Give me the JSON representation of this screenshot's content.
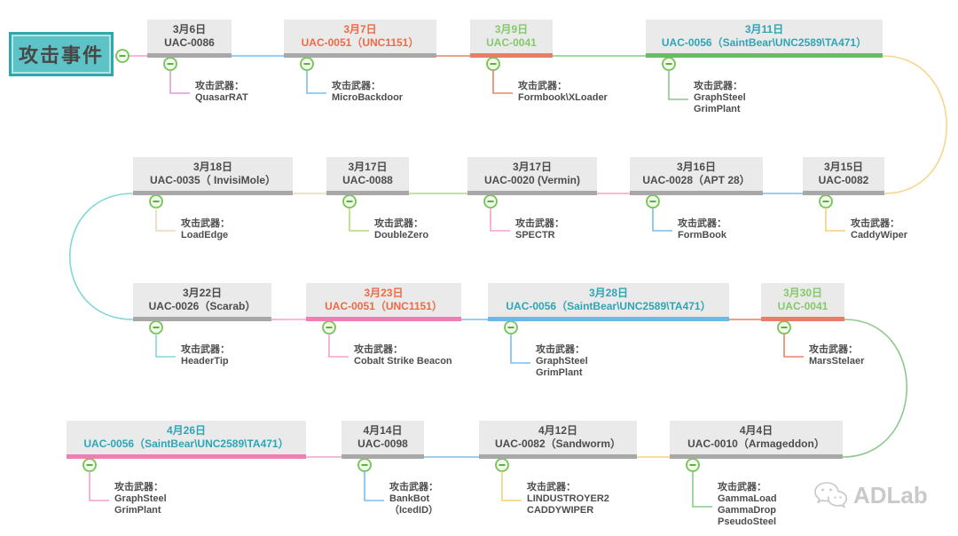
{
  "title": {
    "label": "攻击事件"
  },
  "labels": {
    "weapon_prefix": "攻击武器："
  },
  "watermark": {
    "text": "ADLab",
    "icon": "wechat-icon"
  },
  "colors": {
    "node_header_bg": "#eaeaea",
    "gray_bar": "#a8a8a8",
    "dark_text": "#4c4c4c",
    "title_box_fill": "#5ec3c6",
    "title_box_border": "#2da9ad",
    "circle_stroke": "#74c258",
    "circle_minus": "#4ea832",
    "curve_row1_to_row2": "#f8d58e",
    "curve_row2_to_row3": "#82d7d7",
    "curve_row3_to_row4": "#8cc98c"
  },
  "nodes": [
    {
      "date": "3月6日",
      "id": "UAC-0086",
      "weapons": "QuasarRAT",
      "title_color": "#4c4c4c",
      "bar_color": "#a8a8a8",
      "callout_color": "#e09ad6",
      "link_color": "#eea3cd"
    },
    {
      "date": "3月7日",
      "id": "UAC-0051（UNC1151）",
      "weapons": "MicroBackdoor",
      "title_color": "#ed6a45",
      "bar_color": "#a8a8a8",
      "callout_color": "#7cbde8",
      "link_color": "#7cbde8"
    },
    {
      "date": "3月9日",
      "id": "UAC-0041",
      "weapons": "Formbook\\XLoader",
      "title_color": "#84c96a",
      "bar_color": "#e87e68",
      "callout_color": "#e8846a",
      "link_color": "#e87e68"
    },
    {
      "date": "3月11日",
      "id": "UAC-0056（SaintBear\\UNC2589\\TA471）",
      "weapons": "GraphSteel\nGrimPlant",
      "title_color": "#2ea5b4",
      "bar_color": "#67bd67",
      "callout_color": "#8cc98c",
      "link_color": "#8cc98c"
    },
    {
      "date": "3月15日",
      "id": "UAC-0082",
      "weapons": "CaddyWiper",
      "title_color": "#4c4c4c",
      "bar_color": "#a8a8a8",
      "callout_color": "#f6cf7d",
      "link_color": "#f8d58e"
    },
    {
      "date": "3月16日",
      "id": "UAC-0028（APT 28）",
      "weapons": "FormBook",
      "title_color": "#4c4c4c",
      "bar_color": "#a8a8a8",
      "callout_color": "#7cbde8",
      "link_color": "#7cbde8"
    },
    {
      "date": "3月17日",
      "id": "UAC-0020 (Vermin)",
      "weapons": "SPECTR",
      "title_color": "#4c4c4c",
      "bar_color": "#a8a8a8",
      "callout_color": "#f4a2cb",
      "link_color": "#f4a2cb"
    },
    {
      "date": "3月17日",
      "id": "UAC-0088",
      "weapons": "DoubleZero",
      "title_color": "#4c4c4c",
      "bar_color": "#a8a8a8",
      "callout_color": "#b1da7f",
      "link_color": "#b1da7f"
    },
    {
      "date": "3月18日",
      "id": "UAC-0035（ InvisiMole）",
      "weapons": "LoadEdge",
      "title_color": "#4c4c4c",
      "bar_color": "#a8a8a8",
      "callout_color": "#ecd9b5",
      "link_color": "#ecd9b5"
    },
    {
      "date": "3月22日",
      "id": "UAC-0026（Scarab）",
      "weapons": "HeaderTip",
      "title_color": "#4c4c4c",
      "bar_color": "#a8a8a8",
      "callout_color": "#82d7d7",
      "link_color": "#82d7d7"
    },
    {
      "date": "3月23日",
      "id": "UAC-0051（UNC1151）",
      "weapons": "Cobalt Strike Beacon",
      "title_color": "#ed6a45",
      "bar_color": "#ef7fb2",
      "callout_color": "#f4a2cb",
      "link_color": "#f4a2cb"
    },
    {
      "date": "3月28日",
      "id": "UAC-0056（SaintBear\\UNC2589\\TA471）",
      "weapons": "GraphSteel\nGrimPlant",
      "title_color": "#2ea5b4",
      "bar_color": "#6cb9e8",
      "callout_color": "#7cbde8",
      "link_color": "#7cbde8"
    },
    {
      "date": "3月30日",
      "id": "UAC-0041",
      "weapons": "MarsStelaer",
      "title_color": "#84c96a",
      "bar_color": "#e87e68",
      "callout_color": "#e8846a",
      "link_color": "#e87e68"
    },
    {
      "date": "4月4日",
      "id": "UAC-0010（Armageddon）",
      "weapons": "GammaLoad\nGammaDrop\nPseudoSteel",
      "title_color": "#4c4c4c",
      "bar_color": "#a8a8a8",
      "callout_color": "#8cc98c",
      "link_color": "#8cc98c"
    },
    {
      "date": "4月12日",
      "id": "UAC-0082（Sandworm）",
      "weapons": "LINDUSTROYER2\nCADDYWIPER",
      "title_color": "#4c4c4c",
      "bar_color": "#a8a8a8",
      "callout_color": "#f6cf7d",
      "link_color": "#f6cf7d"
    },
    {
      "date": "4月14日",
      "id": "UAC-0098",
      "weapons": "BankBot\n（IcedID）",
      "title_color": "#4c4c4c",
      "bar_color": "#a8a8a8",
      "callout_color": "#7cbde8",
      "link_color": "#7cbde8"
    },
    {
      "date": "4月26日",
      "id": "UAC-0056（SaintBear\\UNC2589\\TA471）",
      "weapons": "GraphSteel\nGrimPlant",
      "title_color": "#2ea5b4",
      "bar_color": "#ef7fb2",
      "callout_color": "#f4a2cb",
      "link_color": "#f4a2cb"
    }
  ]
}
